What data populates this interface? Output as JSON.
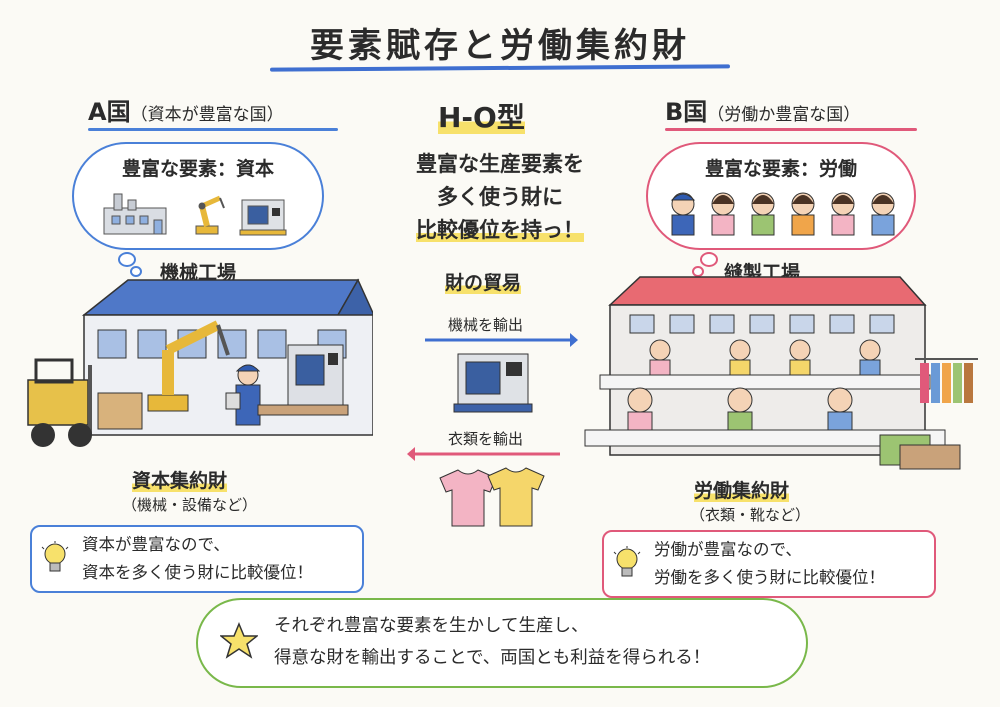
{
  "title": "要素賦存と労働集約財",
  "country_a": {
    "name": "A国",
    "desc": "（資本が豊富な国）",
    "thought": "豊富な要素：資本",
    "factory_label": "機械工場",
    "good_label": "資本集約財",
    "good_sub": "（機械・設備など）",
    "note_line1": "資本が豊富なので、",
    "note_line2": "資本を多く使う財に比較優位！"
  },
  "country_b": {
    "name": "B国",
    "desc": "（労働か豊富な国）",
    "thought": "豊富な要素：労働",
    "factory_label": "縫製工場",
    "good_label": "労働集約財",
    "good_sub": "（衣類・靴など）",
    "note_line1": "労働が豊富なので、",
    "note_line2": "労働を多く使う財に比較優位！"
  },
  "center": {
    "model": "H-O型",
    "line1": "豊富な生産要素を",
    "line2": "多く使う財に",
    "line3": "比較優位を持っ！",
    "trade_title": "財の貿易",
    "export_a": "機械を輸出",
    "export_b": "衣類を輸出"
  },
  "bottom": {
    "line1": "それぞれ豊富な要素を生かして生産し、",
    "line2": "得意な財を輸出することで、両国とも利益を得られる！"
  },
  "colors": {
    "blue": "#4a80d8",
    "pink": "#e0597a",
    "yellow": "#f7e16b",
    "green": "#79b84a"
  },
  "icons": [
    "lightbulb-icon",
    "star-icon",
    "factory-icon",
    "robot-arm-icon",
    "machine-tool-icon",
    "worker-icon",
    "t-shirt-icon"
  ]
}
